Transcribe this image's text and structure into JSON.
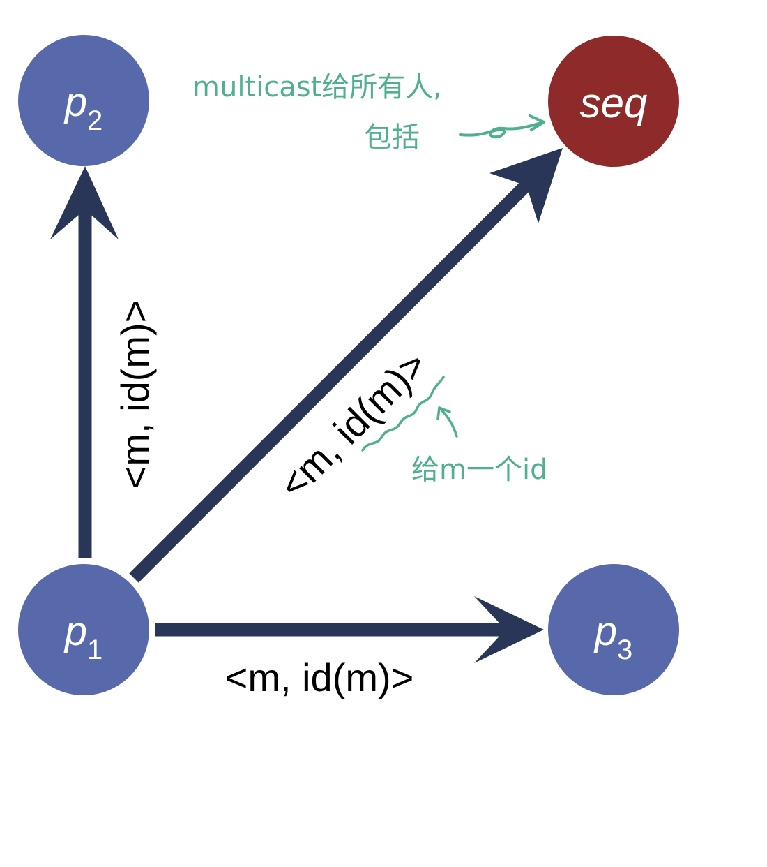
{
  "colors": {
    "process_node": "#5769AB",
    "sequencer_node": "#8F2A2A",
    "arrow": "#2A3657",
    "annotation": "#4FAF90",
    "text": "#000000"
  },
  "nodes": {
    "p1": {
      "main": "p",
      "sub": "1"
    },
    "p2": {
      "main": "p",
      "sub": "2"
    },
    "p3": {
      "main": "p",
      "sub": "3"
    },
    "seq": {
      "label": "seq"
    }
  },
  "edges": {
    "p1_to_p2": {
      "label": "<m, id(m)>"
    },
    "p1_to_seq": {
      "label": "<m, id(m)>"
    },
    "p1_to_p3": {
      "label": "<m, id(m)>"
    }
  },
  "annotations": {
    "multicast_line1": "multicast给所有人,",
    "multicast_line2": "包括",
    "id_note": "给m一个id"
  }
}
